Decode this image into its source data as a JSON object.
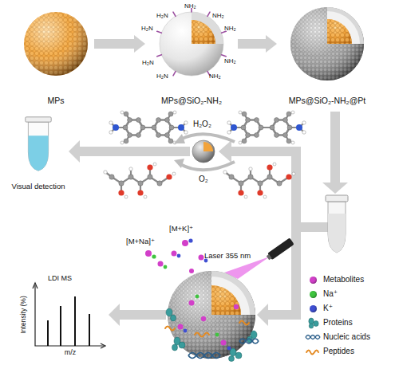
{
  "diagram": {
    "nodes": [
      {
        "text": [
          "MPs"
        ]
      },
      {
        "text": [
          "MPs@SiO₂-NH₂"
        ]
      },
      {
        "text": [
          "MPs@SiO₂-NH₂@Pt"
        ]
      },
      {
        "text": [
          "Visual detection"
        ]
      },
      {
        "text": [
          "LDI MS",
          "Intensity (%)",
          "m/z"
        ]
      }
    ],
    "edges": [
      {
        "from": 0,
        "to": 1,
        "arrow": "to"
      },
      {
        "from": 1,
        "to": 2,
        "arrow": "to"
      }
    ],
    "labels": [
      "H₂N",
      "NH₂",
      "NH₂",
      "H₂N",
      "NH₂",
      "H₂N",
      "NH₂",
      "H₂N",
      "NH₂",
      "H₂O₂",
      "O₂",
      "Laser 355 nm",
      "[M+K]⁺",
      "[M+Na]⁺"
    ],
    "legend": [
      {
        "text": "Metabolites",
        "color": "#d23fc9"
      },
      {
        "text": "Na⁺",
        "color": "#3fc43f"
      },
      {
        "text": "K⁺",
        "color": "#3f4fd2"
      },
      {
        "text": "Proteins"
      },
      {
        "text": "Nucleic acids"
      },
      {
        "text": "Peptides"
      }
    ]
  }
}
